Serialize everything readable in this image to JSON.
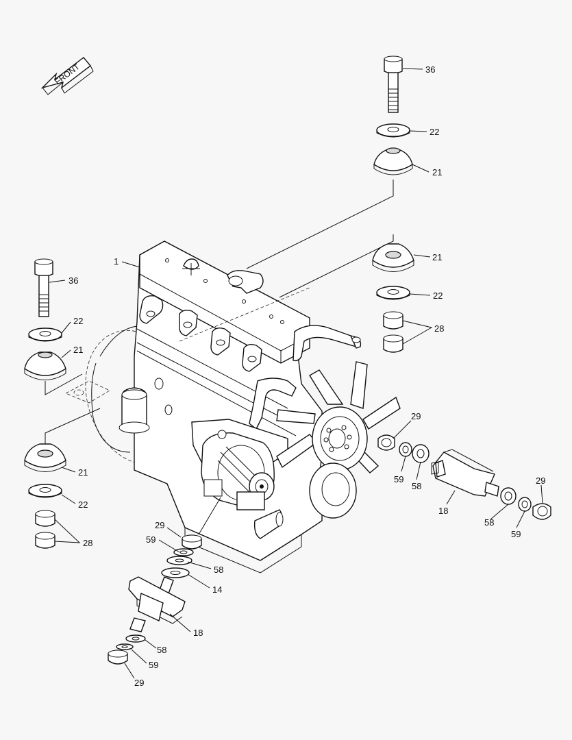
{
  "diagram": {
    "front_label": "FRONT",
    "callouts": {
      "c1": "1",
      "c36_top": "36",
      "c22_top": "22",
      "c21_top": "21",
      "c21_right": "21",
      "c22_right": "22",
      "c28_right": "28",
      "c36_left": "36",
      "c22_left": "22",
      "c21_left": "21",
      "c21_left_low": "21",
      "c22_left_low": "22",
      "c28_left_low": "28",
      "c29_fan": "29",
      "c59_fan": "59",
      "c58_fan": "58",
      "c18_right": "18",
      "c29_right": "29",
      "c58_right": "58",
      "c59_right": "59",
      "c29_bottom_top": "29",
      "c59_bottom_top": "59",
      "c58_bottom_top": "58",
      "c14": "14",
      "c18_bottom": "18",
      "c58_bottom": "58",
      "c59_bottom": "59",
      "c29_bottom": "29"
    }
  }
}
